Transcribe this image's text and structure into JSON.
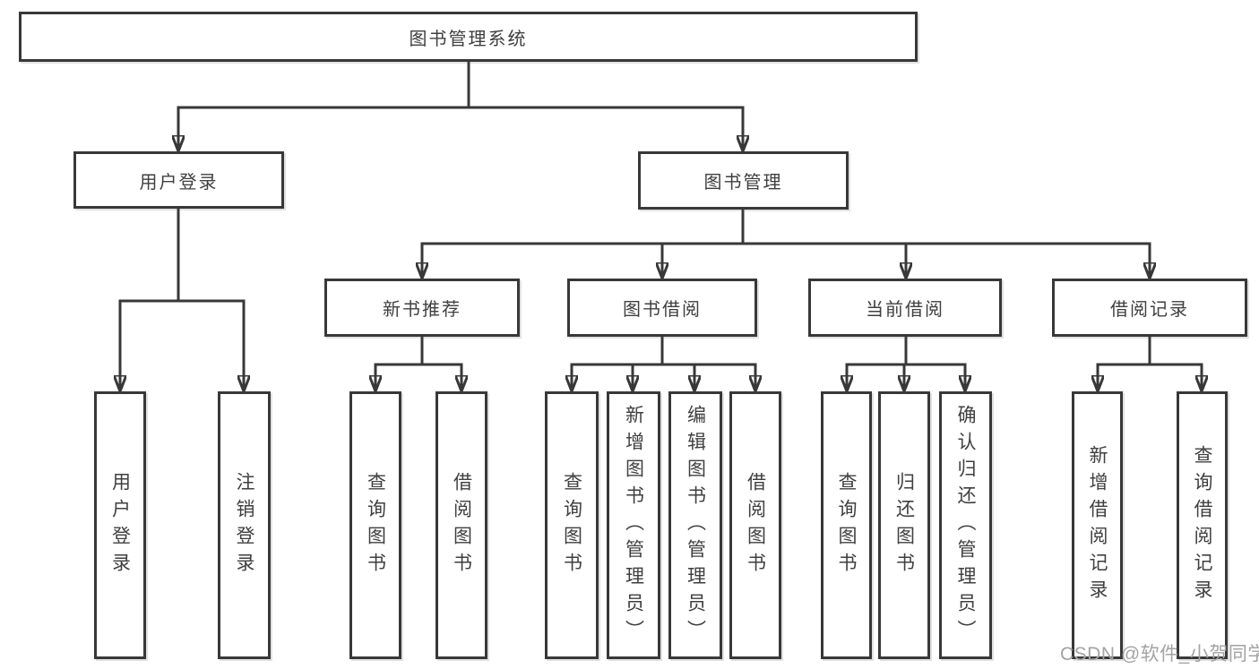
{
  "tree": {
    "root": "图书管理系统",
    "branches": [
      {
        "label": "用户登录",
        "children": [
          "用户登录",
          "注销登录"
        ]
      },
      {
        "label": "图书管理",
        "children": [
          {
            "label": "新书推荐",
            "children": [
              "查询图书",
              "借阅图书"
            ]
          },
          {
            "label": "图书借阅",
            "children": [
              "查询图书",
              "新增图书（管理员）",
              "编辑图书（管理员）",
              "借阅图书"
            ]
          },
          {
            "label": "当前借阅",
            "children": [
              "查询图书",
              "归还图书",
              "确认归还（管理员）"
            ]
          },
          {
            "label": "借阅记录",
            "children": [
              "新增借阅记录",
              "查询借阅记录"
            ]
          }
        ]
      }
    ]
  },
  "watermark": "CSDN @软件_小贺同学",
  "colors": {
    "line": "#383838",
    "text": "#3f3f3f",
    "background": "#ffffff",
    "watermark": "#a3a3a3"
  }
}
